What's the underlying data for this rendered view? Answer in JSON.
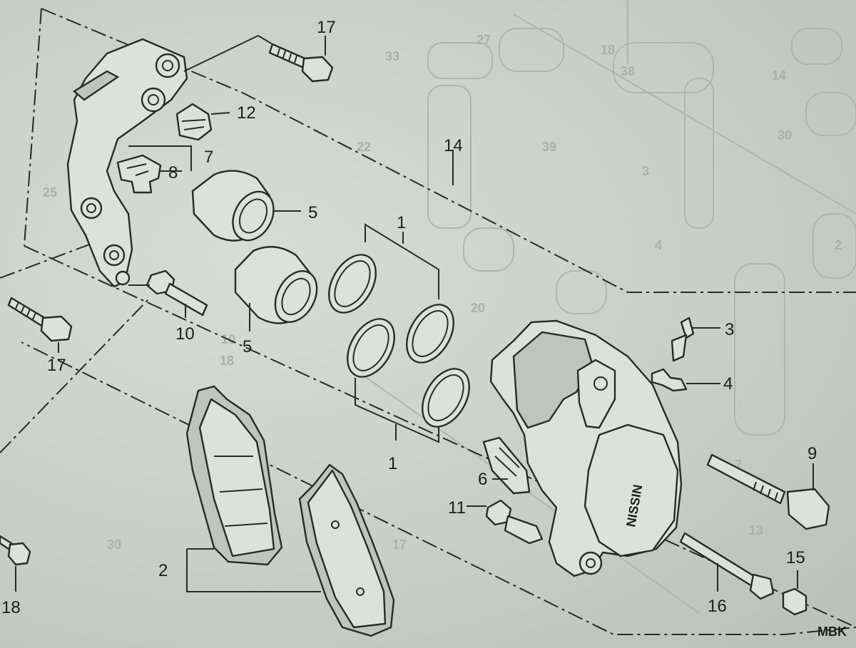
{
  "diagram": {
    "code": "MBK",
    "callouts": [
      {
        "id": "c17a",
        "label": "17"
      },
      {
        "id": "c12",
        "label": "12"
      },
      {
        "id": "c7",
        "label": "7"
      },
      {
        "id": "c8",
        "label": "8"
      },
      {
        "id": "c14",
        "label": "14"
      },
      {
        "id": "c5a",
        "label": "5"
      },
      {
        "id": "c1a",
        "label": "1"
      },
      {
        "id": "c5b",
        "label": "5"
      },
      {
        "id": "c10",
        "label": "10"
      },
      {
        "id": "c17b",
        "label": "17"
      },
      {
        "id": "c3",
        "label": "3"
      },
      {
        "id": "c4",
        "label": "4"
      },
      {
        "id": "c1b",
        "label": "1"
      },
      {
        "id": "c6",
        "label": "6"
      },
      {
        "id": "c11",
        "label": "11"
      },
      {
        "id": "c9",
        "label": "9"
      },
      {
        "id": "c2",
        "label": "2"
      },
      {
        "id": "c15",
        "label": "15"
      },
      {
        "id": "c16",
        "label": "16"
      },
      {
        "id": "c18",
        "label": "18"
      }
    ],
    "brand_stamp": "NISSIN"
  }
}
